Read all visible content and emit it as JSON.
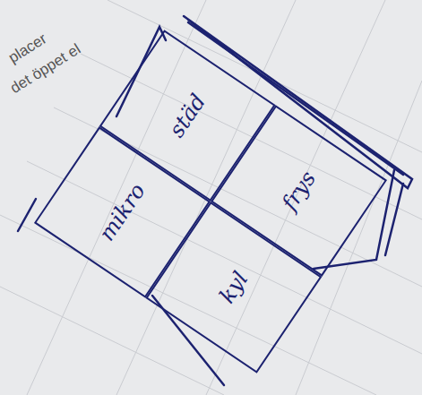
{
  "diagram": {
    "nodes": [
      {
        "text": [
          "mikro"
        ]
      },
      {
        "text": [
          "städ"
        ]
      },
      {
        "text": [
          "kyl"
        ]
      },
      {
        "text": [
          "frys"
        ]
      }
    ],
    "labels": [
      "placer",
      "det öppet el"
    ]
  }
}
